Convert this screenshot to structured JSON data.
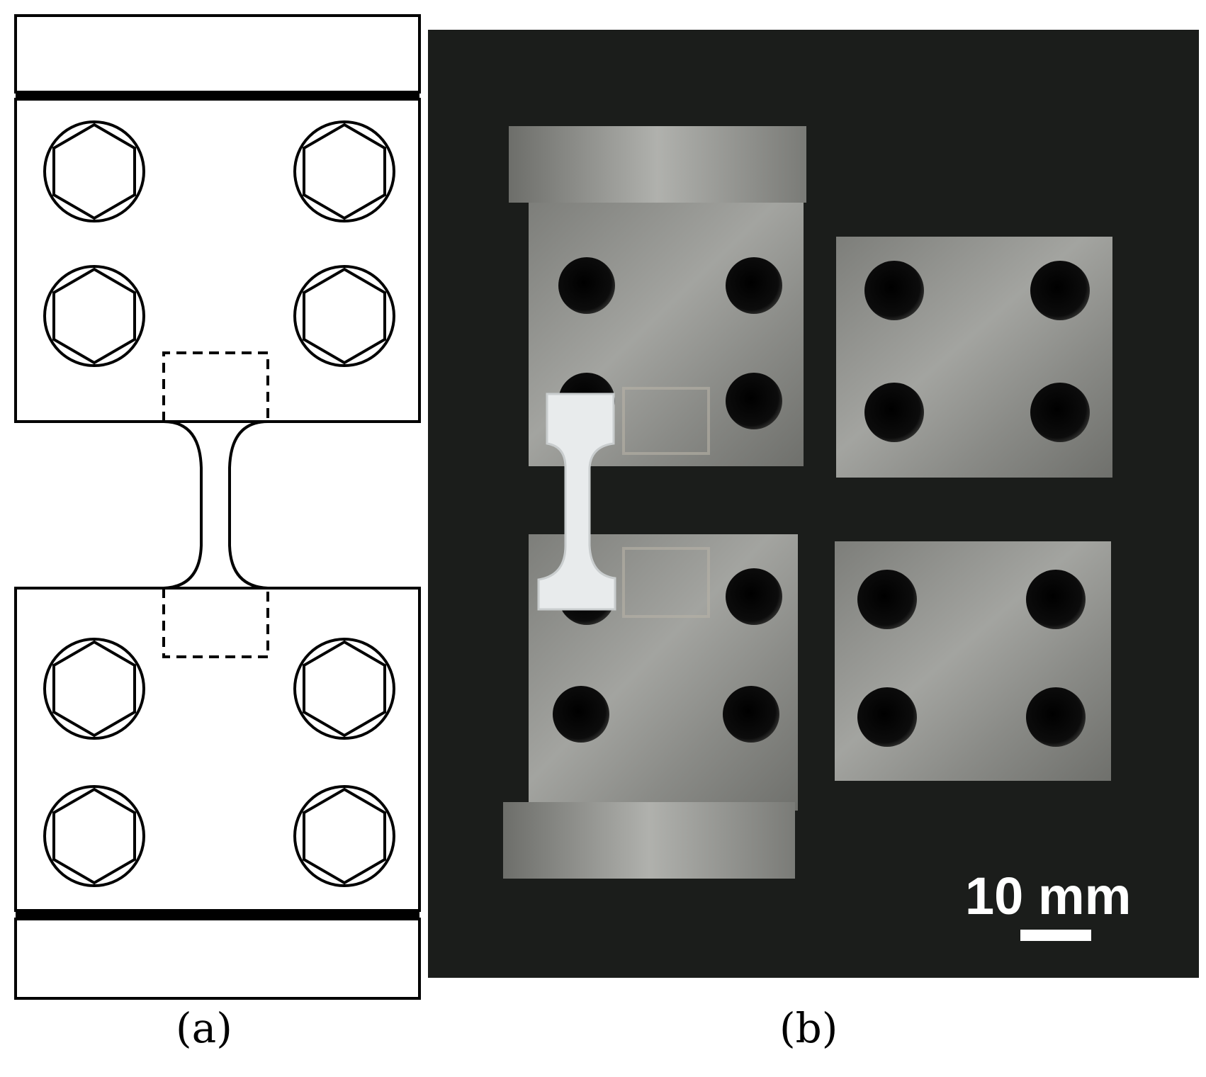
{
  "panels": {
    "a": {
      "caption": "(a)"
    },
    "b": {
      "caption": "(b)",
      "scale_bar_label": "10 mm"
    }
  },
  "colors": {
    "photo_background": "#1b1d1b",
    "metal": "#8e8f8b",
    "hole": "#0a0a0a",
    "specimen": "#e8ebec",
    "line": "#000000"
  }
}
